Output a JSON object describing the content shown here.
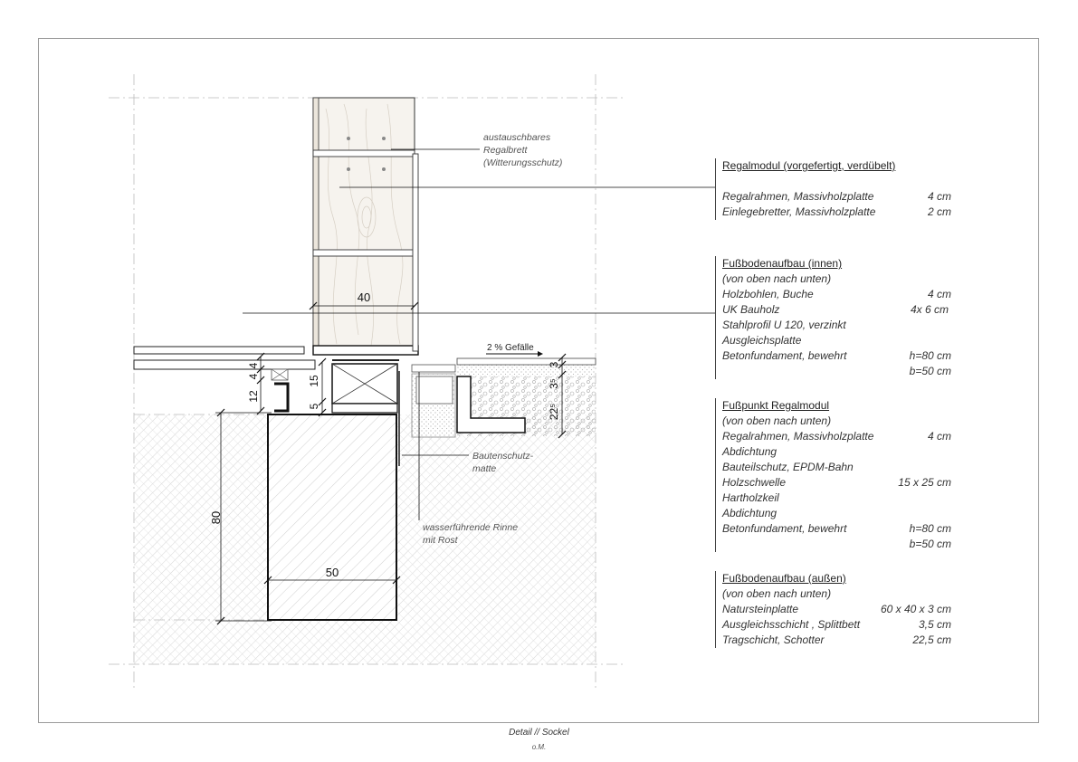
{
  "drawing": {
    "dimensions": {
      "shelf_width": "40",
      "foundation_width": "50",
      "foundation_height": "80",
      "steel_profile_height": "12",
      "plank_a": "4",
      "plank_b": "4",
      "sill_height": "15",
      "wedge": "5",
      "stone": "3",
      "leveling": "3⁵",
      "gravel": "22⁵"
    },
    "slope_label": "2 % Gefälle",
    "notes": {
      "shelf_board": [
        "austauschbares",
        "Regalbrett",
        "(Witterungsschutz)"
      ],
      "protection_mat": [
        "Bautenschutz-",
        "matte"
      ],
      "gutter": [
        "wasserführende Rinne",
        "mit Rost"
      ]
    }
  },
  "legend": [
    {
      "title": "Regalmodul (vorgefertigt, verdübelt)",
      "subtitle": "",
      "rows": [
        {
          "label": "Regalrahmen, Massivholzplatte",
          "value": "4 cm"
        },
        {
          "label": "Einlegebretter, Massivholzplatte",
          "value": "2 cm"
        }
      ]
    },
    {
      "title": "Fußbodenaufbau (innen)",
      "subtitle": "(von oben nach unten)",
      "rows": [
        {
          "label": "Holzbohlen, Buche",
          "value": "4 cm"
        },
        {
          "label": "UK Bauholz",
          "value": "4x 6 cm"
        },
        {
          "label": "Stahlprofil U 120, verzinkt",
          "value": ""
        },
        {
          "label": "Ausgleichsplatte",
          "value": ""
        },
        {
          "label": "Betonfundament, bewehrt",
          "value": "h=80 cm"
        },
        {
          "label": "",
          "value": "b=50 cm"
        }
      ]
    },
    {
      "title": "Fußpunkt Regalmodul",
      "subtitle": "(von oben nach unten)",
      "rows": [
        {
          "label": "Regalrahmen, Massivholzplatte",
          "value": "4 cm"
        },
        {
          "label": "Abdichtung",
          "value": ""
        },
        {
          "label": "Bauteilschutz, EPDM-Bahn",
          "value": ""
        },
        {
          "label": "Holzschwelle",
          "value": "15 x 25 cm"
        },
        {
          "label": "Hartholzkeil",
          "value": ""
        },
        {
          "label": "Abdichtung",
          "value": ""
        },
        {
          "label": "Betonfundament, bewehrt",
          "value": "h=80 cm"
        },
        {
          "label": "",
          "value": "b=50 cm"
        }
      ]
    },
    {
      "title": "Fußbodenaufbau (außen)",
      "subtitle": "(von oben nach unten)",
      "rows": [
        {
          "label": "Natursteinplatte",
          "value": "60 x 40 x 3 cm"
        },
        {
          "label": "Ausgleichsschicht , Splittbett",
          "value": "3,5 cm"
        },
        {
          "label": "Tragschicht, Schotter",
          "value": "22,5 cm"
        }
      ]
    }
  ],
  "caption": {
    "title": "Detail // Sockel",
    "scale": "o.M."
  },
  "colors": {
    "line": "#111111",
    "hatch": "#bdbdbd",
    "wood": "#f3efe8"
  }
}
